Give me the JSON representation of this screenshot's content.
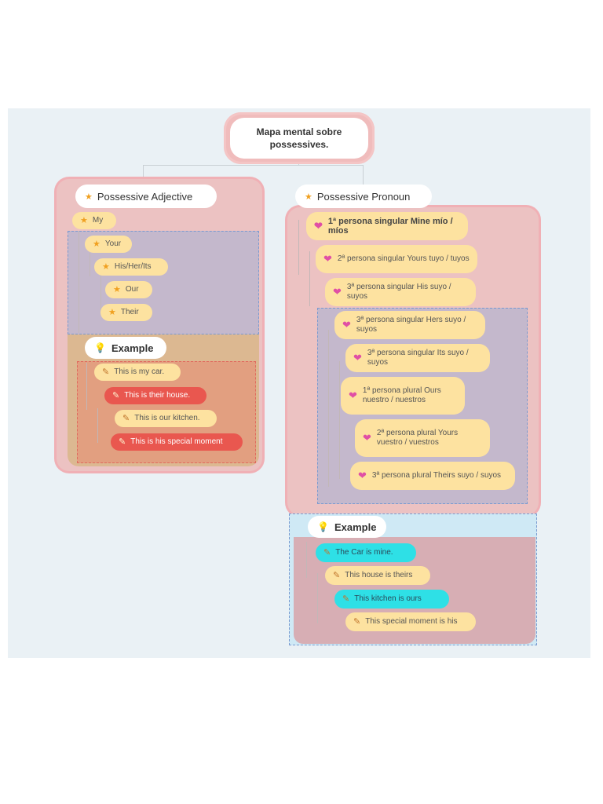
{
  "title": "Mapa mental sobre possessives.",
  "left": {
    "heading": "Possessive Adjective",
    "items": [
      "My",
      "Your",
      "His/Her/Its",
      "Our",
      "Their"
    ],
    "example_heading": "Example",
    "examples": [
      "This is my car.",
      "This is their house.",
      "This is our kitchen.",
      "This is his special moment"
    ]
  },
  "right": {
    "heading": "Possessive Pronoun",
    "items": [
      "1ª persona singular Mine mío / míos",
      "2ª persona singular Yours       tuyo / tuyos",
      "3ª persona singular His   suyo / suyos",
      "3ª persona singular Hers suyo / suyos",
      "3ª persona singular Its    suyo / suyos",
      "1ª persona plural     Ours nuestro / nuestros",
      "2ª persona plural     Yours       vuestro / vuestros",
      "3ª persona plural    Theirs      suyo / suyos"
    ],
    "example_heading": "Example",
    "examples": [
      "The Car is mine.",
      "This house is theirs",
      "This kitchen is ours",
      "This special moment is his"
    ]
  },
  "colors": {
    "pink_panel": "#ecc2c2",
    "yellow_pill": "#fde2a0",
    "red_pill": "#e9574f",
    "cyan_pill": "#2ee0e6",
    "lavender": "#c4b8cc"
  },
  "icons": {
    "heading": "star-icon",
    "pronoun_item": "heart-icon",
    "example_item": "pencil-icon",
    "example_heading": "lightbulb-icon"
  }
}
